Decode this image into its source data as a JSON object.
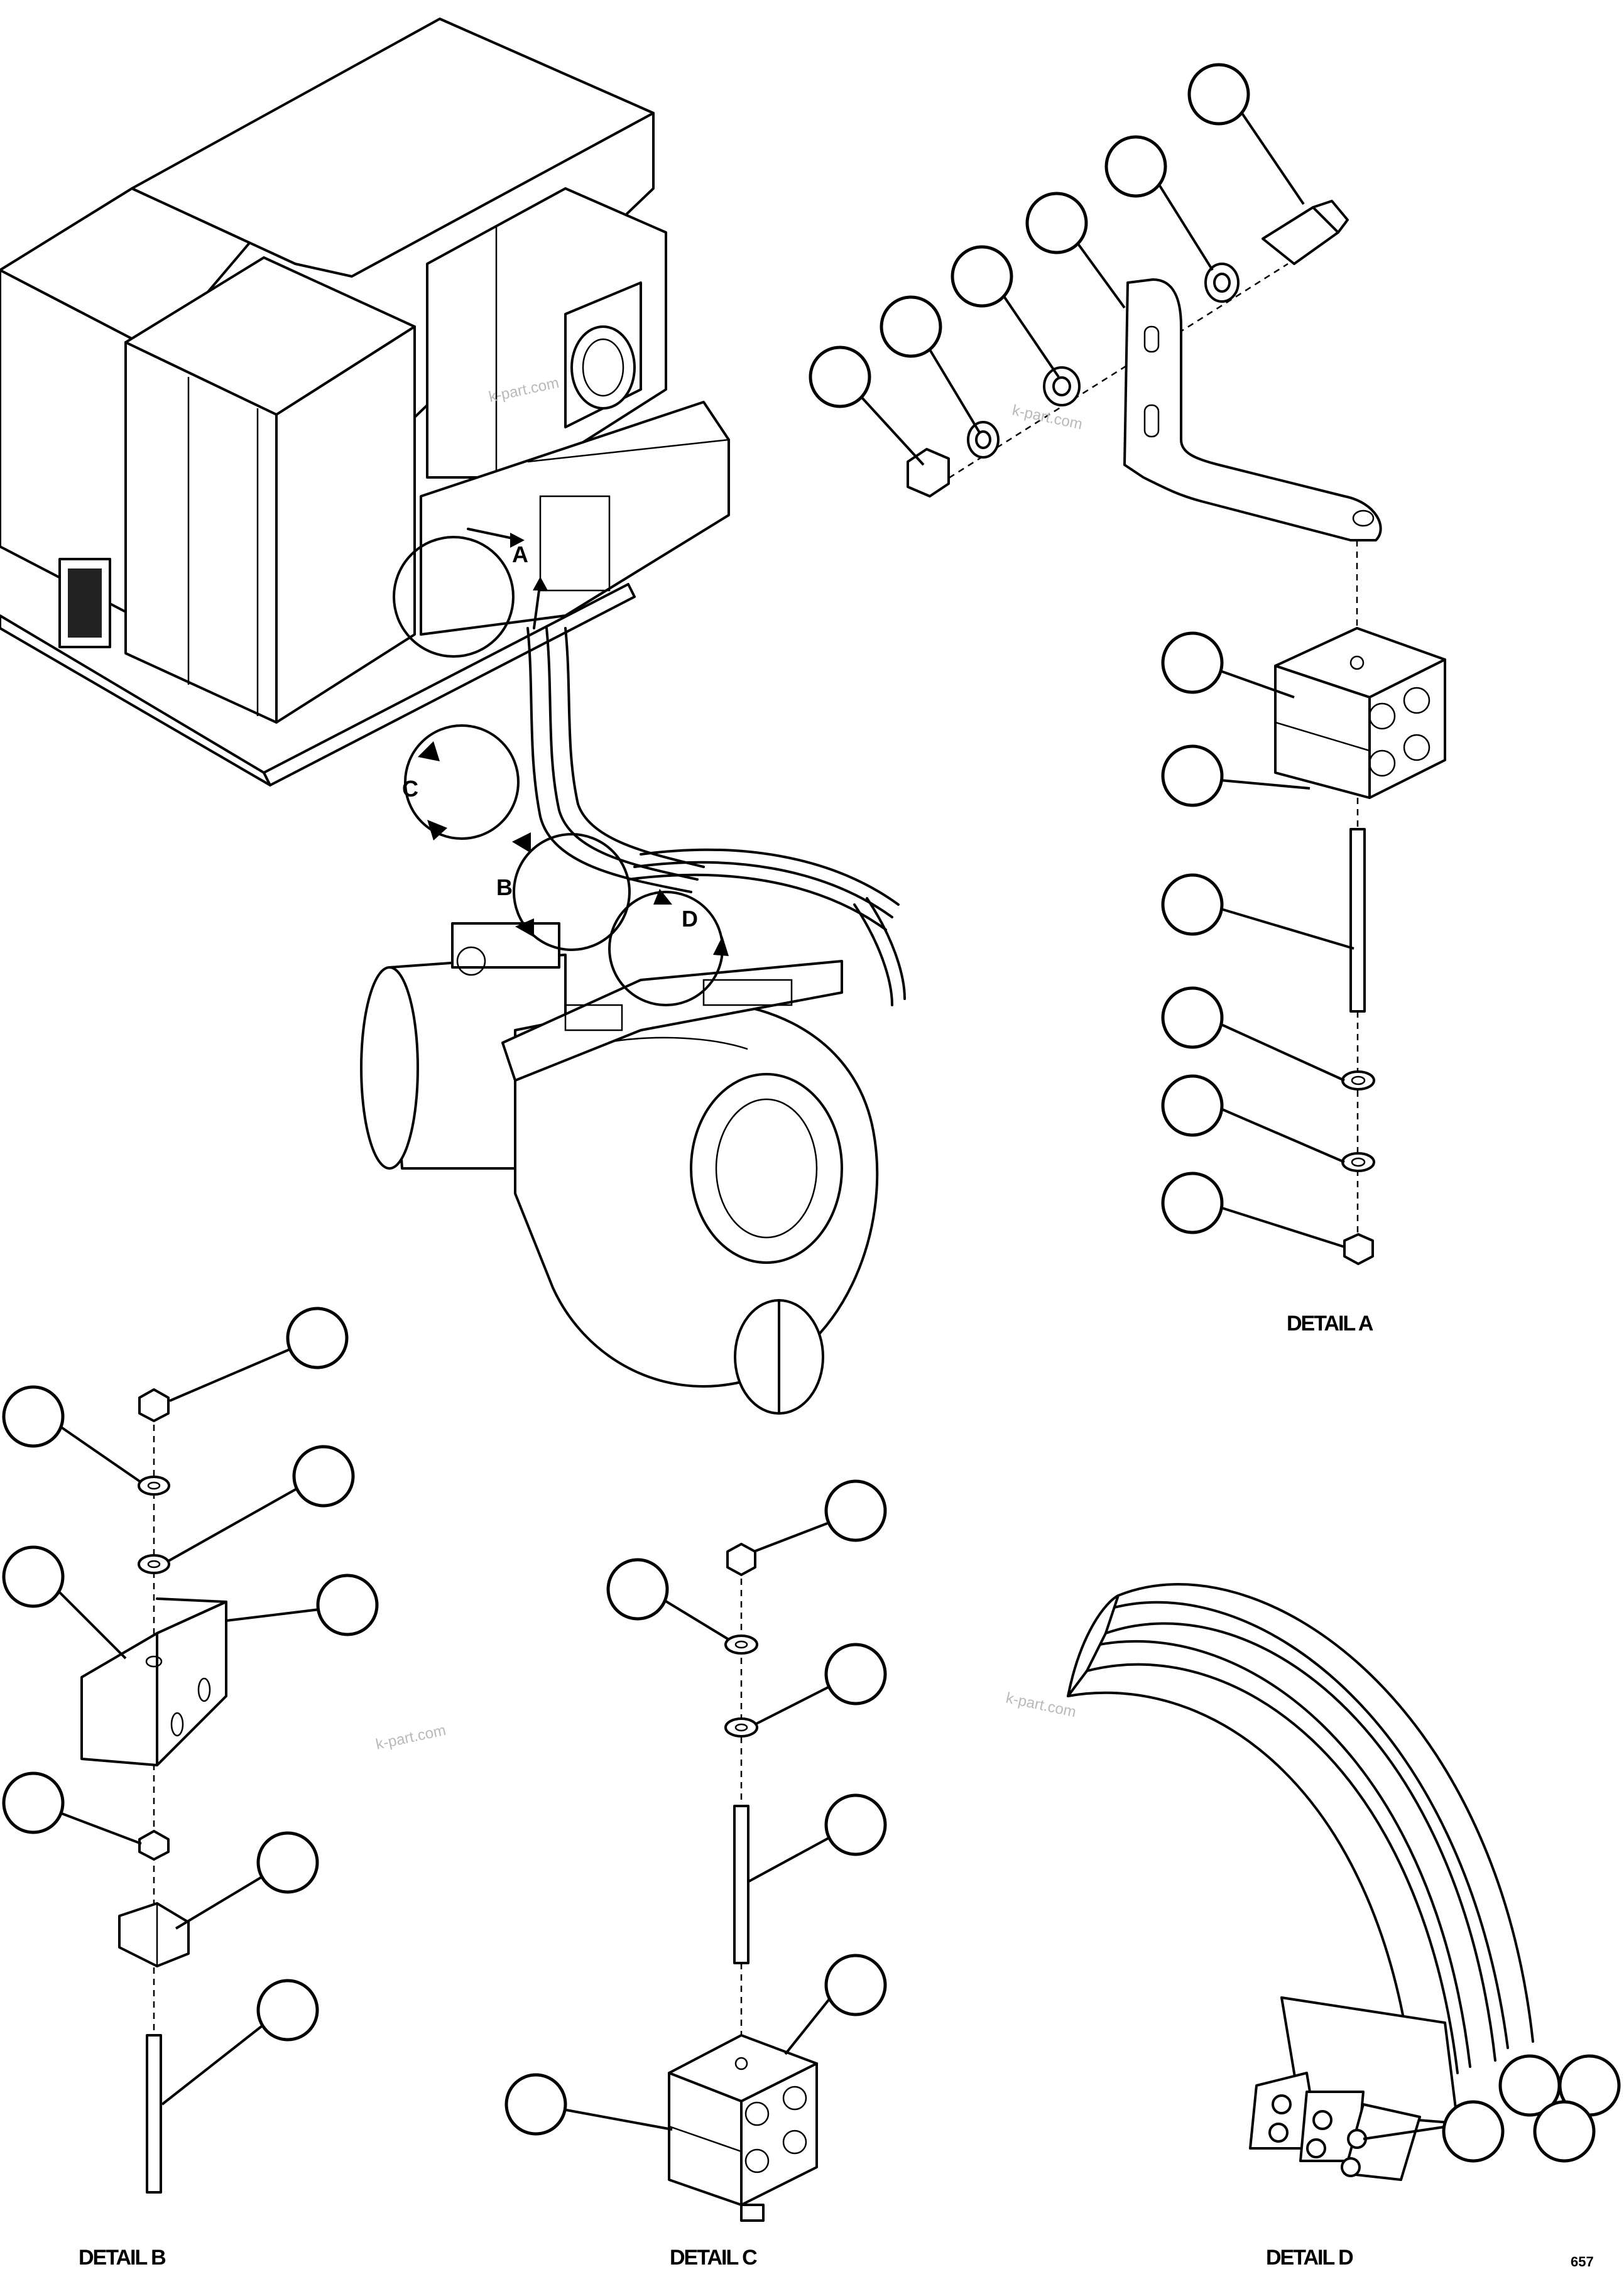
{
  "detail_labels": {
    "a": "DETAIL A",
    "b": "DETAIL B",
    "c": "DETAIL C",
    "d": "DETAIL D"
  },
  "view_letters": {
    "a": "A",
    "b": "B",
    "c": "C",
    "d": "D"
  },
  "watermark": "k-part.com",
  "sheet_id": "657"
}
